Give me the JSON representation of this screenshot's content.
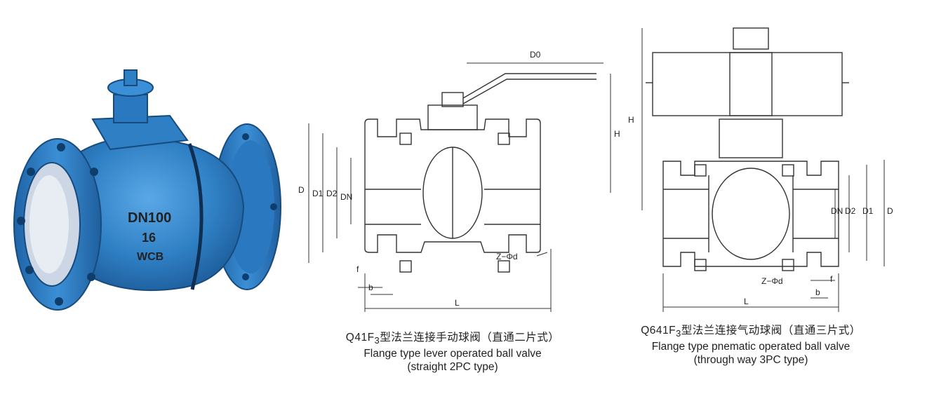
{
  "photo": {
    "cast_marks": [
      "DN100",
      "16",
      "WCB"
    ],
    "body_color": "#2f7fc4"
  },
  "drawing1": {
    "dimension_labels": {
      "D0": "D0",
      "H": "H",
      "D": "D",
      "D1": "D1",
      "D2": "D2",
      "DN": "DN",
      "f": "f",
      "b": "b",
      "L": "L",
      "holes": "Z−Φd"
    },
    "caption": {
      "model": "Q41F",
      "sub": "3",
      "title_cn": "型法兰连接手动球阀（直通二片式）",
      "line2": "Flange type lever operated ball valve",
      "line3": "(straight 2PC type)"
    }
  },
  "drawing2": {
    "dimension_labels": {
      "H": "H",
      "D": "D",
      "D1": "D1",
      "D2": "D2",
      "DN": "DN",
      "f": "f",
      "b": "b",
      "L": "L",
      "holes": "Z−Φd"
    },
    "caption": {
      "model": "Q641F",
      "sub": "3",
      "title_cn": "型法兰连接气动球阀（直通三片式）",
      "line2": "Flange type pnematic operated ball valve",
      "line3": "(through way 3PC type)"
    }
  }
}
